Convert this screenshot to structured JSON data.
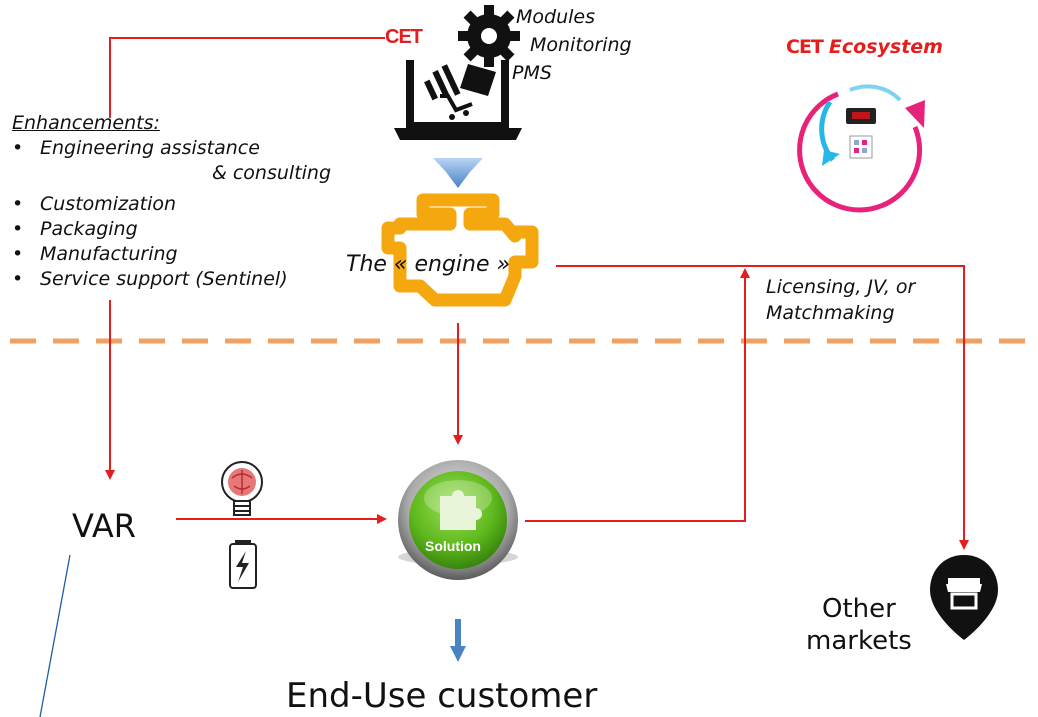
{
  "top_software": {
    "logo_text": "CET",
    "labels": [
      "Modules",
      "Monitoring",
      "PMS"
    ]
  },
  "ecosystem": {
    "logo_text": "CET",
    "title": "Ecosystem"
  },
  "enhancements": {
    "heading": "Enhancements:",
    "items": [
      "Engineering assistance",
      "& consulting",
      "Customization",
      "Packaging",
      "Manufacturing",
      "Service support (Sentinel)"
    ]
  },
  "engine": {
    "label": "The « engine »"
  },
  "licensing": {
    "line1": "Licensing, JV, or",
    "line2": "Matchmaking"
  },
  "var": {
    "label": "VAR"
  },
  "solution": {
    "label": "Solution"
  },
  "end_use": {
    "label": "End-Use customer"
  },
  "other_markets": {
    "line1": "Other",
    "line2": "markets"
  },
  "colors": {
    "flow_arrow": "#e41e1e",
    "engine": "#f5a70f",
    "divider": "#f0a060",
    "solution_green": "#5fb81c",
    "ecosystem_red": "#e41e1e",
    "down_arrow_blue": "#4a82c4",
    "var_line": "#1f5fa0"
  }
}
